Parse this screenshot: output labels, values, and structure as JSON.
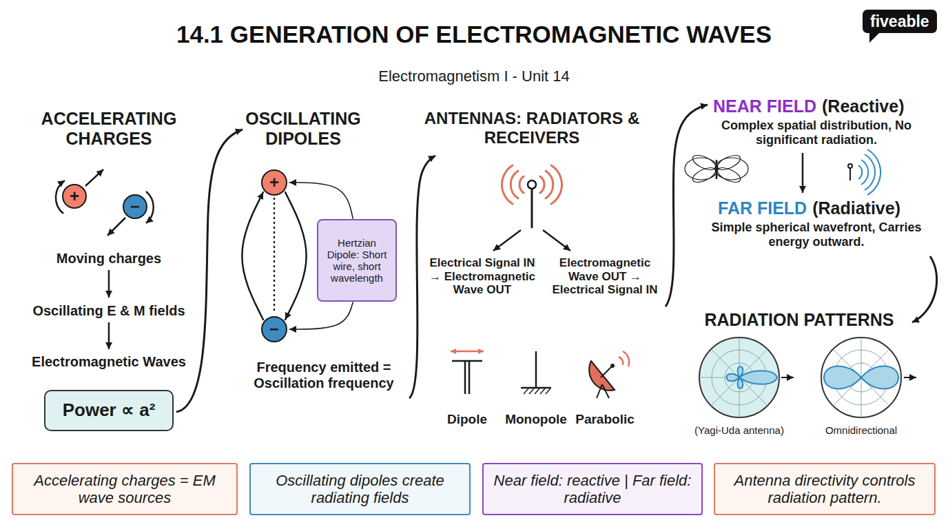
{
  "diagram": {
    "title": "14.1 GENERATION OF ELECTROMAGNETIC WAVES",
    "nodes": [
      {
        "text": [
          "fiveable"
        ]
      },
      {
        "text": [
          "+"
        ]
      },
      {
        "text": [
          "−"
        ]
      },
      {
        "text": [
          "Power ∝ a²"
        ]
      },
      {
        "text": [
          "+"
        ]
      },
      {
        "text": [
          "−"
        ]
      },
      {
        "text": [
          "Hertzian Dipole: Short wire, short wavelength"
        ]
      },
      {
        "text": [
          "Accelerating charges = EM wave sources"
        ]
      },
      {
        "text": [
          "Oscillating dipoles create radiating fields"
        ]
      },
      {
        "text": [
          "Near field: reactive | Far field: radiative"
        ]
      },
      {
        "text": [
          "Antenna directivity controls radiation pattern."
        ]
      }
    ],
    "edges": [
      {
        "from": 6,
        "to": 4,
        "arrow": "to"
      },
      {
        "from": 6,
        "to": 5,
        "arrow": "to"
      },
      {
        "from": 4,
        "to": 5,
        "arrow": "none"
      },
      {
        "from": 5,
        "to": 4,
        "arrow": "to"
      },
      {
        "from": 4,
        "to": 5,
        "arrow": "to"
      }
    ],
    "labels": [
      "Electromagnetism I - Unit 14",
      "ACCELERATING CHARGES",
      "Moving charges",
      "Oscillating E & M fields",
      "Electromagnetic Waves",
      "OSCILLATING DIPOLES",
      "Frequency emitted = Oscillation frequency",
      "ANTENNAS: RADIATORS & RECEIVERS",
      "Electrical Signal IN → Electromagnetic Wave OUT",
      "Electromagnetic Wave OUT → Electrical Signal IN",
      "Dipole",
      "Monopole",
      "Parabolic",
      "NEAR FIELD",
      "(Reactive)",
      "Complex spatial distribution, No significant radiation.",
      "FAR FIELD",
      "(Radiative)",
      "Simple spherical wavefront, Carries energy outward.",
      "RADIATION PATTERNS",
      "(Yagi-Uda antenna)",
      "Omnidirectional"
    ]
  }
}
